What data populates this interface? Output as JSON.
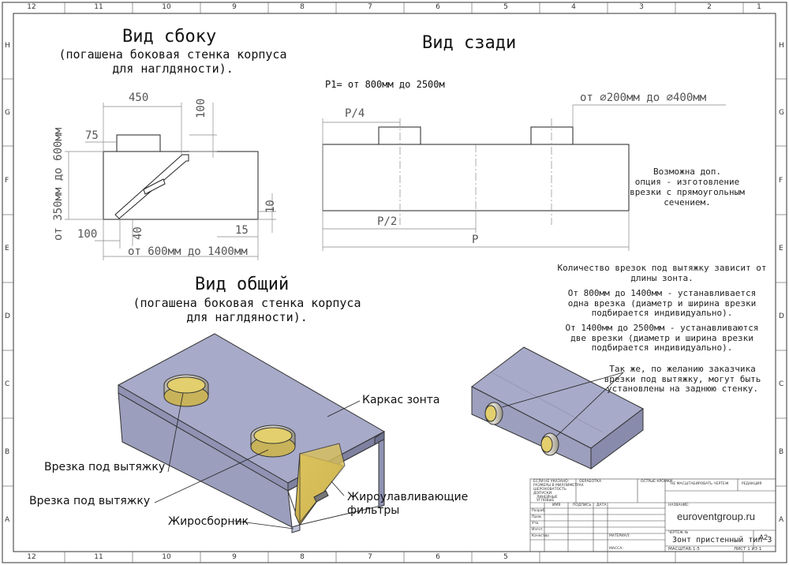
{
  "grid": {
    "cols": [
      "12",
      "11",
      "10",
      "9",
      "8",
      "7",
      "6",
      "5",
      "4",
      "3",
      "2",
      "1"
    ],
    "rows": [
      "H",
      "G",
      "F",
      "E",
      "D",
      "C",
      "B",
      "A"
    ]
  },
  "side_view": {
    "title": "Вид сбоку",
    "subtitle_1": "(погашена боковая стенка корпуса",
    "subtitle_2": "для наглдяности).",
    "dims": {
      "width_450": "450",
      "d75": "75",
      "d100_top": "100",
      "height_range": "от 350мм до 600мм",
      "d10": "10",
      "d100_bottom": "100",
      "d40": "40",
      "d15": "15",
      "length_range": "от 600мм до 1400мм"
    }
  },
  "rear_view": {
    "title": "Вид сзади",
    "p1": "P1= от 800мм до 2500м",
    "p4": "P/4",
    "p2": "P/2",
    "p": "P",
    "diameter": "от ∅200мм до ∅400мм",
    "option_note": [
      "Возможна доп.",
      "опция - изготовление",
      "врезки с прямоугольным",
      "сечением."
    ]
  },
  "general_view": {
    "title": "Вид общий",
    "subtitle_1": "(погашена боковая стенка корпуса",
    "subtitle_2": "для наглдяности).",
    "labels": {
      "frame": "Каркас зонта",
      "inlet_1": "Врезка под вытяжку",
      "inlet_2": "Врезка под вытяжку",
      "filters_1": "Жироулавливающие",
      "filters_2": "фильтры",
      "collector": "Жиросборник"
    }
  },
  "notes": {
    "n1": "Количество врезок под вытяжку зависит от длины зонта.",
    "n2": "От 800мм до 1400мм - устанавливается одна врезка (диаметр и ширина врезки подбирается индивидуально).",
    "n3": "От 1400мм до 2500мм - устанавливаются две врезки (диаметр и ширина врезки подбирается индивидуально).",
    "n4": "Так же, по желанию заказчика врезки под вытяжку, могут быть установлены на заднюю стенку."
  },
  "title_block": {
    "website": "euroventgroup.ru",
    "drawing_name": "Зонт пристенный тип 3",
    "format": "A2",
    "small": {
      "unless": "ЕСЛИ НЕ УКАЗАНО:",
      "sizes_mm": "РАЗМЕРЫ В МИЛЛИМЕТРАХ",
      "surface": "ШЕРОХОВАТОСТЬ",
      "tolerances": "ДОПУСКИ:",
      "linear": "ЛИНЕЙНЫЕ",
      "angular": "УГЛОВЫЕ",
      "finish": "ОБРАБОТКА",
      "sharp": "ОСТРЫЕ КРОМКИ",
      "no_scale": "НЕ МАСШТАБИРОВАТЬ ЧЕРТЕЖ",
      "revision": "РЕДАКЦИЯ",
      "name_h": "ИМЯ",
      "sign_h": "ПОДПИСЬ",
      "date_h": "ДАТА",
      "developed": "Разраб.",
      "checked": "Пров.",
      "approved": "Утв.",
      "mfg": "Изгот.",
      "quality": "Качество",
      "naming": "НАЗВАНИЕ:",
      "material": "МАТЕРИАЛ:",
      "drawing_no": "ЧЕРТЕЖ №",
      "mass": "МАССА:",
      "scale": "МАСШТАБ:1:5",
      "sheet": "ЛИСТ 1 ИЗ 1"
    }
  }
}
